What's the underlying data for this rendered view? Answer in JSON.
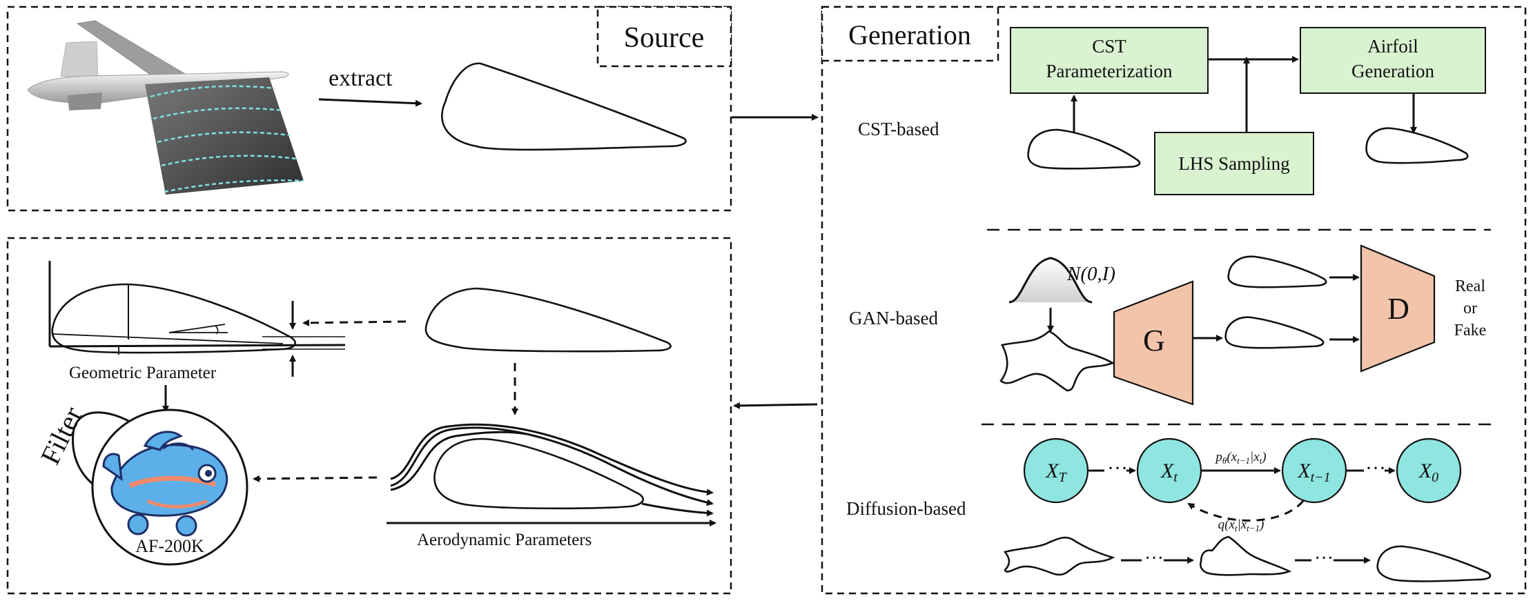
{
  "source": {
    "title": "Source",
    "extract_label": "extract"
  },
  "dataset": {
    "geometric_label": "Geometric Parameter",
    "aerodynamic_label": "Aerodynamic Parameters",
    "filter_label": "Filter",
    "dataset_name": "AF-200K"
  },
  "generation": {
    "title": "Generation",
    "cst": {
      "row_label": "CST-based",
      "param_box": [
        "CST",
        "Parameterization"
      ],
      "gen_box": [
        "Airfoil",
        "Generation"
      ],
      "sampling_box": "LHS Sampling"
    },
    "gan": {
      "row_label": "GAN-based",
      "noise_label": "N(0,I)",
      "generator": "G",
      "discriminator": "D",
      "output": [
        "Real",
        "or",
        "Fake"
      ]
    },
    "diffusion": {
      "row_label": "Diffusion-based",
      "nodes": [
        "X_T",
        "X_t",
        "X_{t-1}",
        "X_0"
      ],
      "forward_label": "p_θ(x_{t-1}|x_t)",
      "reverse_label": "q(x_t|x_{t-1})"
    }
  },
  "colors": {
    "box_fill": "#d9f2d0",
    "node_fill": "#8fe5e0",
    "trap_fill": "#f2c4aa"
  }
}
